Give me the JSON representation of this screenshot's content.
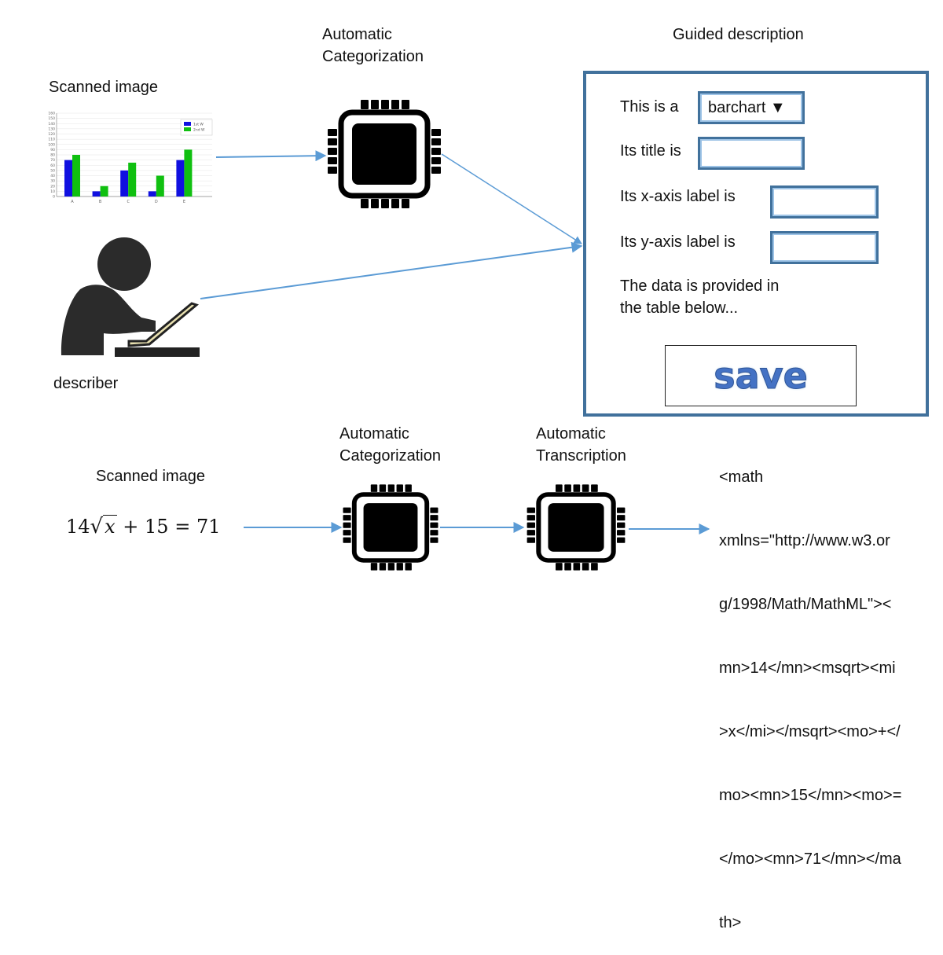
{
  "top": {
    "scanned_label": "Scanned image",
    "categorization_label": [
      "Automatic",
      "Categorization"
    ],
    "guided_label": "Guided description",
    "describer_label": "describer"
  },
  "mini_chart": {
    "type": "bar",
    "categories": [
      "A",
      "B",
      "C",
      "D",
      "E"
    ],
    "series": [
      {
        "name": "1st W",
        "values": [
          70,
          10,
          50,
          10,
          70
        ],
        "color": "#1010e0"
      },
      {
        "name": "2nd W",
        "values": [
          80,
          20,
          65,
          40,
          90
        ],
        "color": "#10c010"
      }
    ],
    "yticks": [
      0,
      10,
      20,
      30,
      40,
      50,
      60,
      70,
      80,
      90,
      100,
      110,
      120,
      130,
      140,
      150,
      160
    ],
    "ylim": [
      0,
      160
    ]
  },
  "form": {
    "this_is_label": "This is a",
    "select_value": "barchart ▼",
    "title_label": "Its title is",
    "xaxis_label": "Its x-axis label is",
    "yaxis_label": "Its y-axis label is",
    "data_text": [
      "The data is provided in",
      "the table below..."
    ],
    "save_label": "save"
  },
  "bottom": {
    "scanned_label": "Scanned image",
    "equation": [
      "14",
      "x",
      " + 15 = 71"
    ],
    "categorization_label": [
      "Automatic",
      "Categorization"
    ],
    "transcription_label": [
      "Automatic",
      "Transcription"
    ],
    "xml_lines": [
      "<math",
      "xmlns=\"http://www.w3.or",
      "g/1998/Math/MathML\"><",
      "mn>14</mn><msqrt><mi",
      ">x</mi></msqrt><mo>+</",
      "mo><mn>15</mn><mo>=",
      "</mo><mn>71</mn></ma",
      "th>"
    ]
  },
  "colors": {
    "arrow": "#5b9bd5",
    "box_border": "#41719c",
    "save_text": "#4472c4"
  }
}
